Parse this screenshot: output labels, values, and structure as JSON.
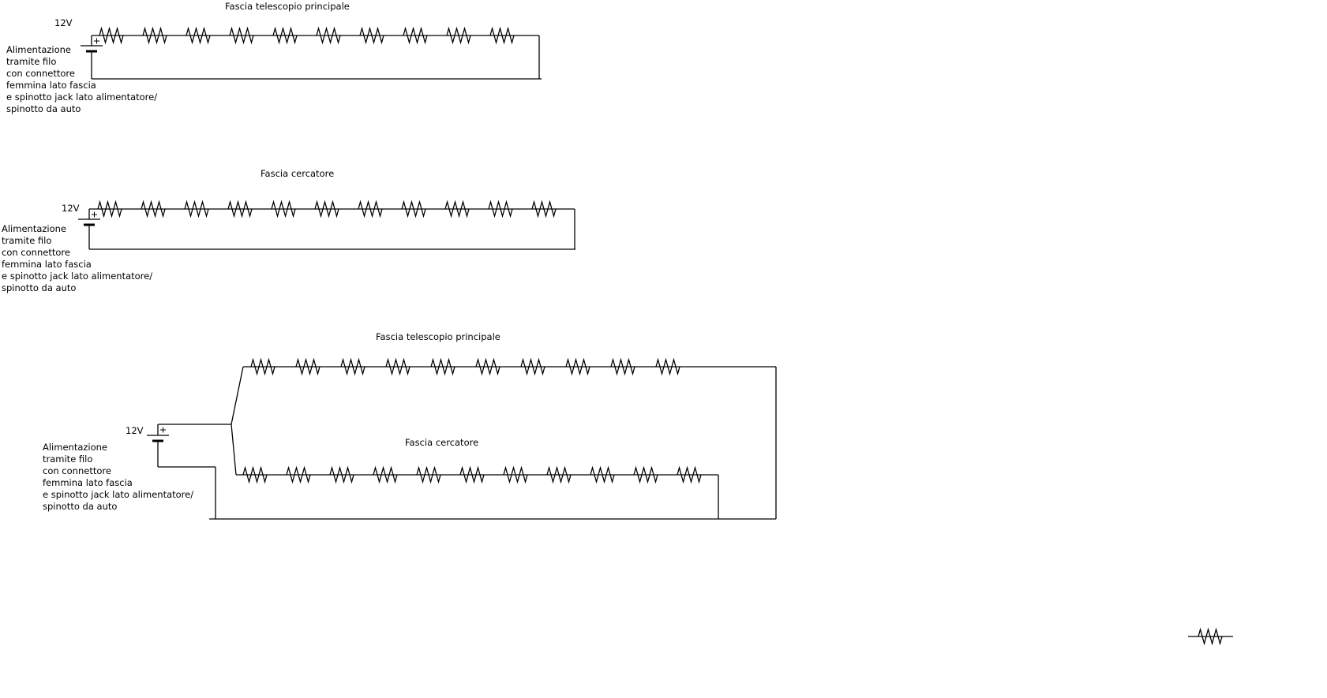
{
  "page": {
    "background": "#ffffff",
    "line_color": "#000000"
  },
  "diagram": {
    "voltage_label": "12V",
    "power_note": "Alimentazione\ntramite filo\ncon connettore\nfemmina lato fascia\ne spinotto jack lato alimentatore/\nspinotto da auto",
    "circuit1": {
      "title": "Fascia telescopio principale",
      "voltage": "12V",
      "resistors": 10
    },
    "circuit2": {
      "title": "Fascia cercatore",
      "voltage": "12V",
      "resistors": 11
    },
    "circuit3": {
      "title_main": "Fascia telescopio principale",
      "title_finder": "Fascia cercatore",
      "voltage": "12V",
      "resistors_main": 10,
      "resistors_finder": 11
    },
    "stray": {
      "resistors": 1
    }
  }
}
